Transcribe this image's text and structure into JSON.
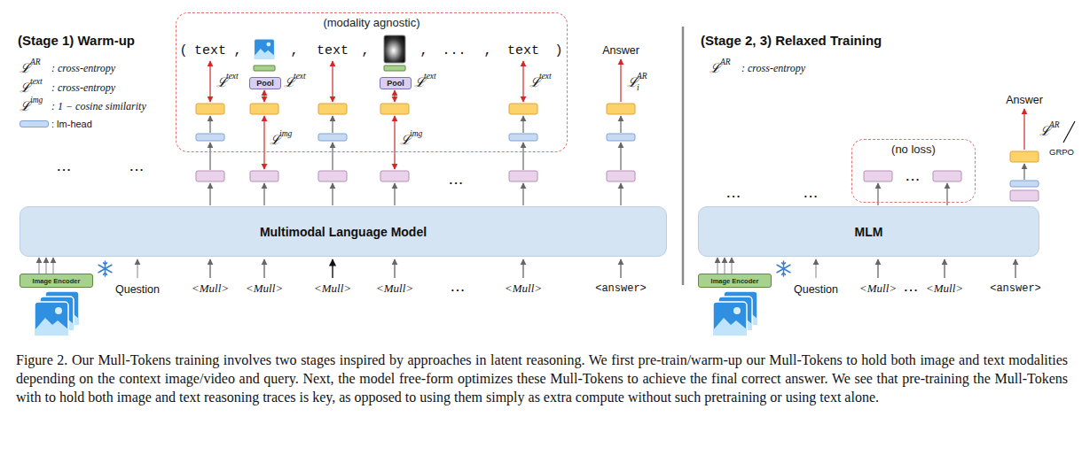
{
  "diagram": {
    "caption": "Figure 2. Our Mull-Tokens training involves two stages inspired by approaches in latent reasoning. We first pre-train/warm-up our Mull-Tokens to hold both image and text modalities depending on the context image/video and query. Next, the model free-form optimizes these Mull-Tokens to achieve the final correct answer. We see that pre-training the Mull-Tokens with to hold both image and text reasoning traces is key, as opposed to using them simply as extra compute without such pretraining or using text alone.",
    "nodes": [
      {
        "text": [
          "(modality agnostic)"
        ]
      },
      {
        "text": [
          "Pool"
        ],
        "in": 0
      },
      {
        "text": [
          "Pool"
        ],
        "in": 0
      },
      {
        "text": [
          "Multimodal Language Model"
        ]
      },
      {
        "text": [
          "Image Encoder"
        ]
      },
      {
        "text": [
          "(no loss)"
        ]
      },
      {
        "text": [
          "MLM"
        ]
      },
      {
        "text": [
          "Image Encoder"
        ]
      }
    ],
    "edges": [
      {
        "from": 4,
        "to": 3,
        "arrow": "to"
      },
      {
        "from": 4,
        "to": 3,
        "arrow": "to"
      },
      {
        "from": 4,
        "to": 3,
        "arrow": "to"
      },
      {
        "from": 7,
        "to": 6,
        "arrow": "to"
      },
      {
        "from": 7,
        "to": 6,
        "arrow": "to"
      },
      {
        "from": 7,
        "to": 6,
        "arrow": "to"
      }
    ],
    "labels": [
      "(Stage 1) Warm-up",
      "ℒ",
      "AR",
      ": cross-entropy",
      "ℒ",
      "text",
      ": cross-entropy",
      "ℒ",
      "img",
      ": 1 − cosine similarity",
      "(",
      "text",
      ",",
      ",",
      "text",
      ",",
      ",",
      "...",
      ",",
      "text",
      ")",
      "Answer",
      "ℒ",
      "text",
      "ℒ",
      "text",
      "ℒ",
      "text",
      "ℒ",
      "text",
      "ℒ",
      "img",
      "ℒ",
      "img",
      "ℒ",
      "AR",
      "i",
      "...",
      "...",
      "...",
      "Question",
      "<Mull>",
      "<Mull>",
      "<Mull>",
      "<Mull>",
      "...",
      "<Mull>",
      "<answer>",
      "(Stage 2, 3) Relaxed Training",
      "ℒ",
      "AR",
      ": cross-entropy",
      "...",
      "...",
      "...",
      "Answer",
      "ℒ",
      "AR",
      "GRPO",
      "Question",
      "<Mull>",
      "...",
      "<Mull>",
      "<answer>"
    ],
    "legend": [
      {
        "text": ": lm-head",
        "color": "#c6dbf3"
      }
    ]
  }
}
